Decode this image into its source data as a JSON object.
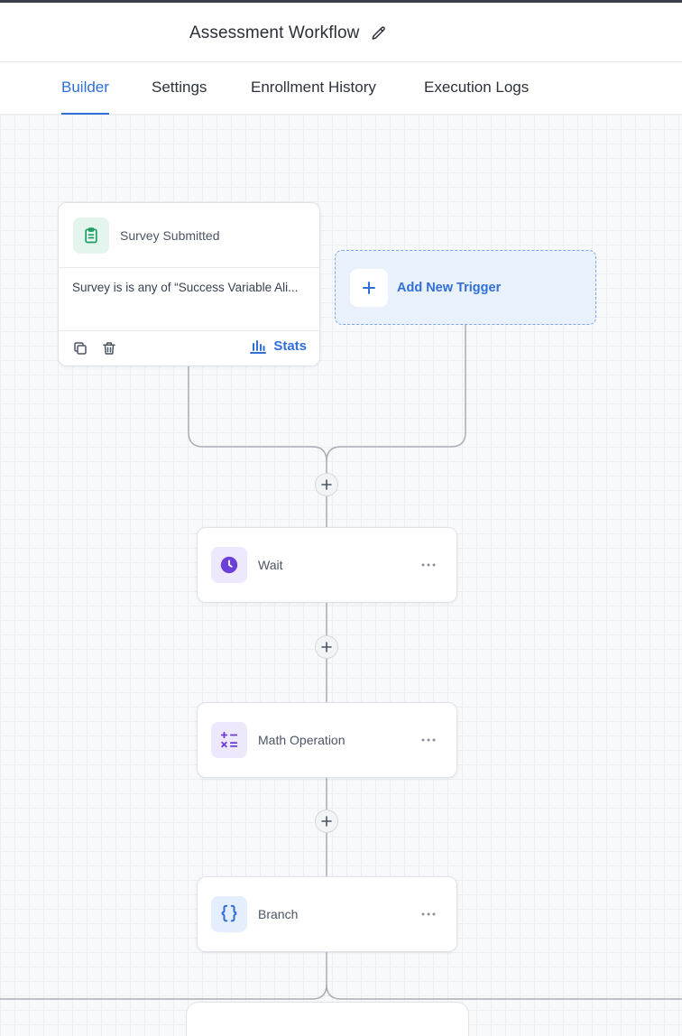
{
  "header": {
    "title": "Assessment Workflow"
  },
  "tabs": [
    {
      "label": "Builder",
      "active": true
    },
    {
      "label": "Settings",
      "active": false
    },
    {
      "label": "Enrollment History",
      "active": false
    },
    {
      "label": "Execution Logs",
      "active": false
    }
  ],
  "trigger": {
    "title": "Survey Submitted",
    "condition": "Survey is is any of “Success Variable Ali...",
    "stats_label": "Stats",
    "icon": "clipboard-icon"
  },
  "add_trigger": {
    "label": "Add New Trigger"
  },
  "steps": [
    {
      "label": "Wait",
      "icon": "clock-icon"
    },
    {
      "label": "Math Operation",
      "icon": "math-operation-icon"
    },
    {
      "label": "Branch",
      "icon": "braces-icon"
    }
  ],
  "colors": {
    "accent": "#2f6fd6",
    "trigger_icon_bg": "#e3f5ec",
    "trigger_icon": "#1f9d62",
    "step_icon_purple": "#6b3fd8",
    "canvas_grid": "#eceef1"
  }
}
